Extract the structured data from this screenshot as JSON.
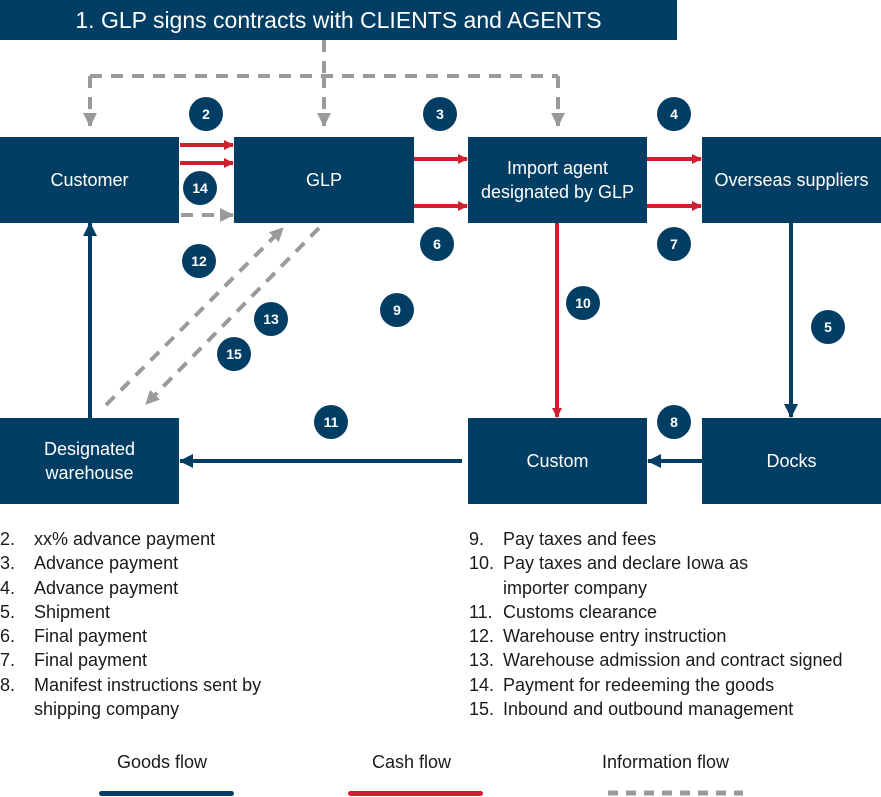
{
  "title": "1. GLP signs contracts with CLIENTS and AGENTS",
  "colors": {
    "goods": "#023e63",
    "cash": "#d0202d",
    "info": "#9a9a9a",
    "box": "#023e63"
  },
  "nodes": {
    "customer": "Customer",
    "glp": "GLP",
    "import_agent_line1": "Import agent",
    "import_agent_line2": "designated by GLP",
    "overseas": "Overseas suppliers",
    "warehouse_line1": "Designated",
    "warehouse_line2": "warehouse",
    "custom": "Custom",
    "docks": "Docks"
  },
  "badges": [
    "2",
    "3",
    "4",
    "5",
    "6",
    "7",
    "8",
    "9",
    "10",
    "11",
    "12",
    "13",
    "14",
    "15"
  ],
  "steps_left": [
    {
      "num": "2.",
      "text": "xx% advance payment"
    },
    {
      "num": "3.",
      "text": "Advance payment"
    },
    {
      "num": "4.",
      "text": "Advance payment"
    },
    {
      "num": "5.",
      "text": "Shipment"
    },
    {
      "num": "6.",
      "text": "Final payment"
    },
    {
      "num": "7.",
      "text": "Final payment"
    },
    {
      "num": "8.",
      "text": "Manifest instructions sent by"
    },
    {
      "num": "",
      "text": "shipping company"
    }
  ],
  "steps_right": [
    {
      "num": "9.",
      "text": "Pay taxes and fees"
    },
    {
      "num": "10.",
      "text": "Pay taxes and declare Iowa as"
    },
    {
      "num": "",
      "text": "importer company"
    },
    {
      "num": "11.",
      "text": "Customs clearance"
    },
    {
      "num": "12.",
      "text": "Warehouse entry instruction"
    },
    {
      "num": "13.",
      "text": "Warehouse admission and contract signed"
    },
    {
      "num": "14.",
      "text": "Payment for redeeming the goods"
    },
    {
      "num": "15.",
      "text": "Inbound and outbound management"
    }
  ],
  "flow_legend": {
    "goods": "Goods flow",
    "cash": "Cash flow",
    "info": "Information flow"
  }
}
